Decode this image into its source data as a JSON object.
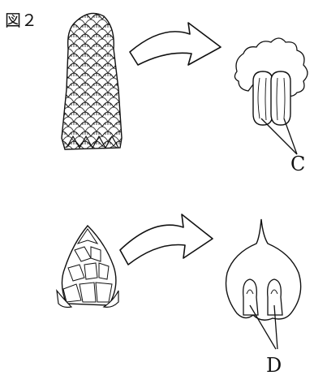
{
  "figure": {
    "title": "図２"
  },
  "labels": {
    "c": "C",
    "d": "D"
  },
  "colors": {
    "ink": "#111111",
    "paper": "#ffffff"
  }
}
